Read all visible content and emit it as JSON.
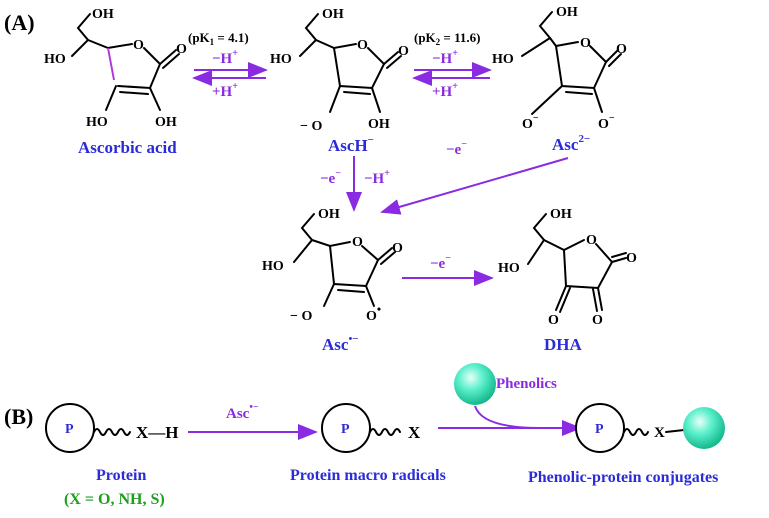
{
  "panel_a": {
    "label": "(A)",
    "pk1": "(pK",
    "pk1_sub": "1",
    "pk1_val": " = 4.1)",
    "pk2": "(pK",
    "pk2_sub": "2",
    "pk2_val": " = 11.6)",
    "minus_h": "−H",
    "plus_h": "+H",
    "plus_sup": "+",
    "minus_e": "−e",
    "minus_sup": "−",
    "oh": "OH",
    "ho": "HO",
    "o": "O",
    "o_minus": "− O",
    "o_minus_right": "O",
    "dot": "•",
    "species": {
      "ascorbic_acid": "Ascorbic acid",
      "asch": "AscH",
      "asch_sup": "−",
      "asc2": "Asc",
      "asc2_sup": "2−",
      "asc_radical": "Asc",
      "asc_radical_sup": "•−",
      "dha": "DHA"
    }
  },
  "panel_b": {
    "label": "(B)",
    "p": "P",
    "x_h": "X—H",
    "x": "X",
    "x_dash": "X",
    "asc_label": "Asc",
    "asc_sup": "•−",
    "phenolics": "Phenolics",
    "protein": "Protein",
    "protein_sub": "(X = O, NH, S)",
    "radicals": "Protein macro radicals",
    "conjugates": "Phenolic-protein conjugates"
  },
  "colors": {
    "arrow": "#8a2be2",
    "label_blue": "#2b2bd9",
    "green": "#1e9e1e",
    "sphere": "#2fe0b8"
  }
}
